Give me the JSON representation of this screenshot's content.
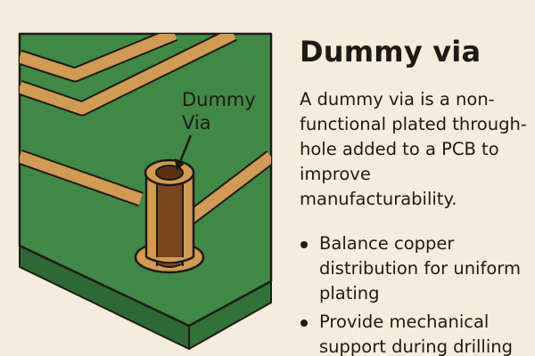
{
  "callout": {
    "line1": "Dummy",
    "line2": "Via"
  },
  "panel": {
    "title": "Dummy via",
    "description": "A dummy via is a non-functional plated through-hole added to a PCB to improve manufacturability.",
    "bullets": [
      "Balance copper distribution for uniform plating",
      "Provide mechanical support during drilling"
    ]
  },
  "colors": {
    "background": "#f5ecdb",
    "board": "#3f8a45",
    "board_edge": "#2b6a33",
    "copper": "#d39a52",
    "copper_dark": "#7a4620",
    "outline": "#1e1a14"
  }
}
